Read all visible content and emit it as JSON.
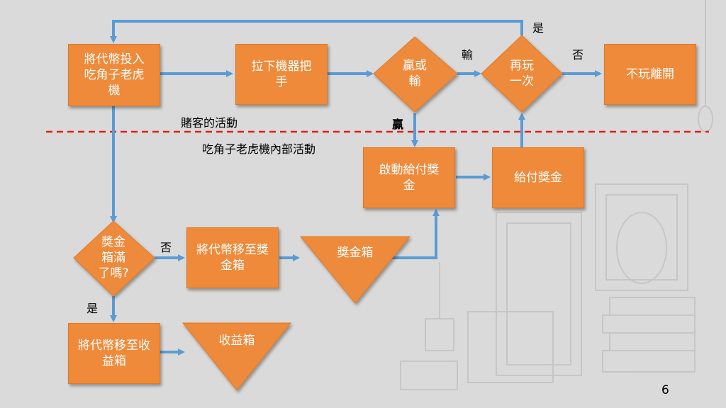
{
  "nodes": {
    "insert_coin": "將代幣投入吃角子老虎機",
    "pull_lever": "拉下機器把手",
    "win_or_lose": "贏或輸",
    "play_again": "再玩一次",
    "stop_leave": "不玩離開",
    "start_payout": "啟動給付獎金",
    "pay_prize": "給付獎金",
    "prize_box_full": "獎金箱滿了嗎?",
    "move_to_prize_box": "將代幣移至獎金箱",
    "prize_box": "獎金箱",
    "move_to_revenue_box": "將代幣移至收益箱",
    "revenue_box": "收益箱"
  },
  "edge_labels": {
    "yes_top": "是",
    "lose": "輸",
    "no_right": "否",
    "win": "贏",
    "no_prize": "否",
    "yes_bottom": "是"
  },
  "regions": {
    "gambler_activity": "賭客的活動",
    "machine_internal": "吃角子老虎機內部活動"
  },
  "page_number": "6",
  "colors": {
    "shape_fill": "#ee8a3a",
    "connector": "#5b9bd5",
    "divider": "#e0201a"
  }
}
